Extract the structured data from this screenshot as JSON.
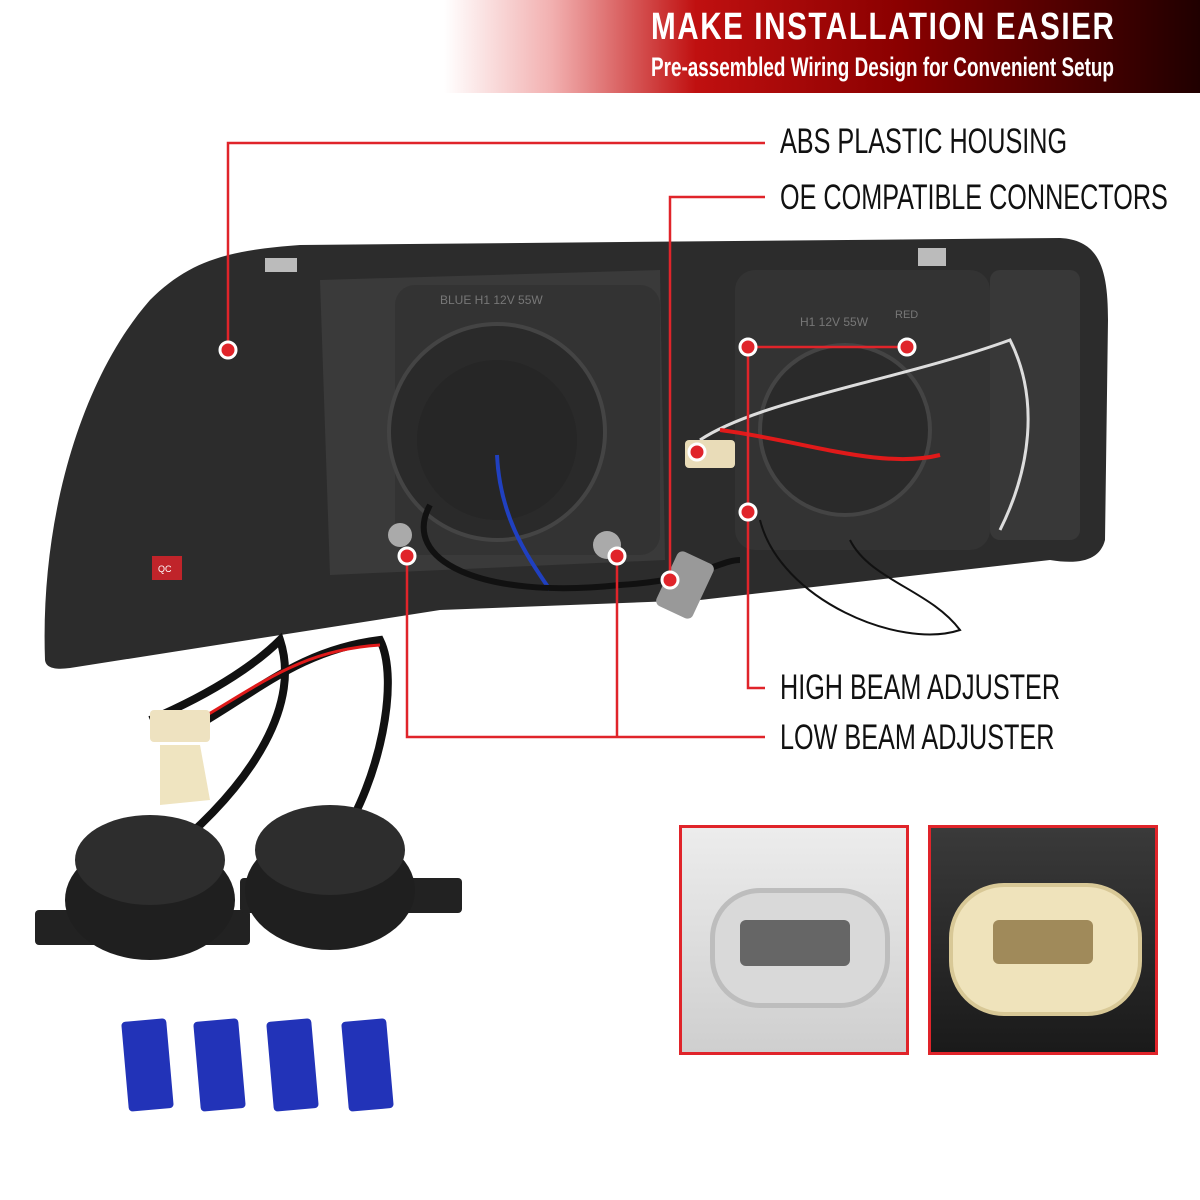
{
  "header": {
    "title": "MAKE INSTALLATION EASIER",
    "subtitle": "Pre-assembled Wiring Design for Convenient Setup"
  },
  "callouts": {
    "housing": "ABS PLASTIC HOUSING",
    "connectors": "OE COMPATIBLE CONNECTORS",
    "high_beam": "HIGH BEAM ADJUSTER",
    "low_beam": "LOW BEAM ADJUSTER"
  },
  "product_markings": {
    "low_beam_socket": "BLUE H1 12V 55W",
    "high_beam_socket": "H1 12V 55W",
    "high_color": "RED",
    "qc_sticker": "QC"
  },
  "colors": {
    "accent": "#e0242a",
    "housing": "#2b2b2b"
  }
}
